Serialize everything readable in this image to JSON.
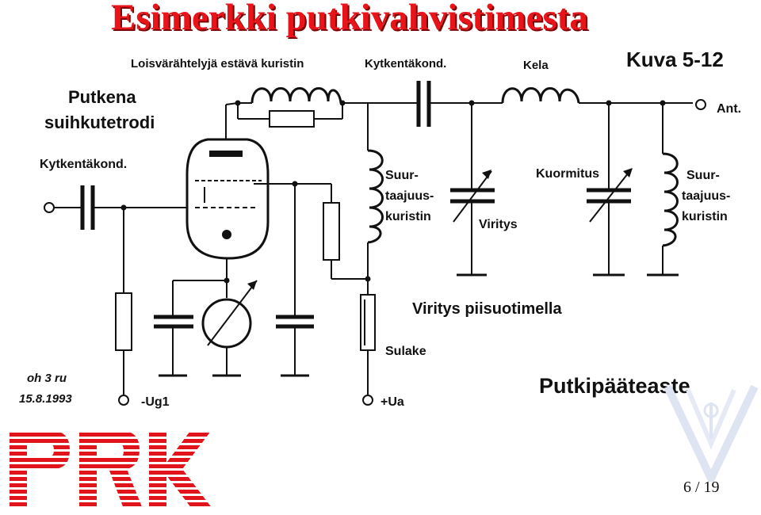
{
  "slide": {
    "title": "Esimerkki putkivahvistimesta",
    "page_number": "6 / 19"
  },
  "figure": {
    "figure_number": "Kuva 5-12",
    "tube_label_1": "Putkena",
    "tube_label_2": "suihkutetrodi",
    "input_coupling_cap": "Kytkentäkond.",
    "parasitic_choke": "Loisvärähtelyjä estävä kuristin",
    "output_coupling_cap": "Kytkentäkond.",
    "coil": "Kela",
    "antenna": "Ant.",
    "rf_choke_1_line1": "Suur-",
    "rf_choke_1_line2": "taajuus-",
    "rf_choke_1_line3": "kuristin",
    "tuning_cap": "Viritys",
    "loading_cap": "Kuormitus",
    "rf_choke_2_line1": "Suur-",
    "rf_choke_2_line2": "taajuus-",
    "rf_choke_2_line3": "kuristin",
    "tuning_note": "Viritys piisuotimella",
    "fuse": "Sulake",
    "grid_bias": "-Ug1",
    "anode_supply": "+Ua",
    "author": "oh 3 ru",
    "date": "15.8.1993",
    "stage_title": "Putkipääteaste"
  },
  "logo": {
    "text": "PRK"
  },
  "colors": {
    "title_red": "#e8141a",
    "logo_red": "#e0141a",
    "ink": "#111111"
  }
}
